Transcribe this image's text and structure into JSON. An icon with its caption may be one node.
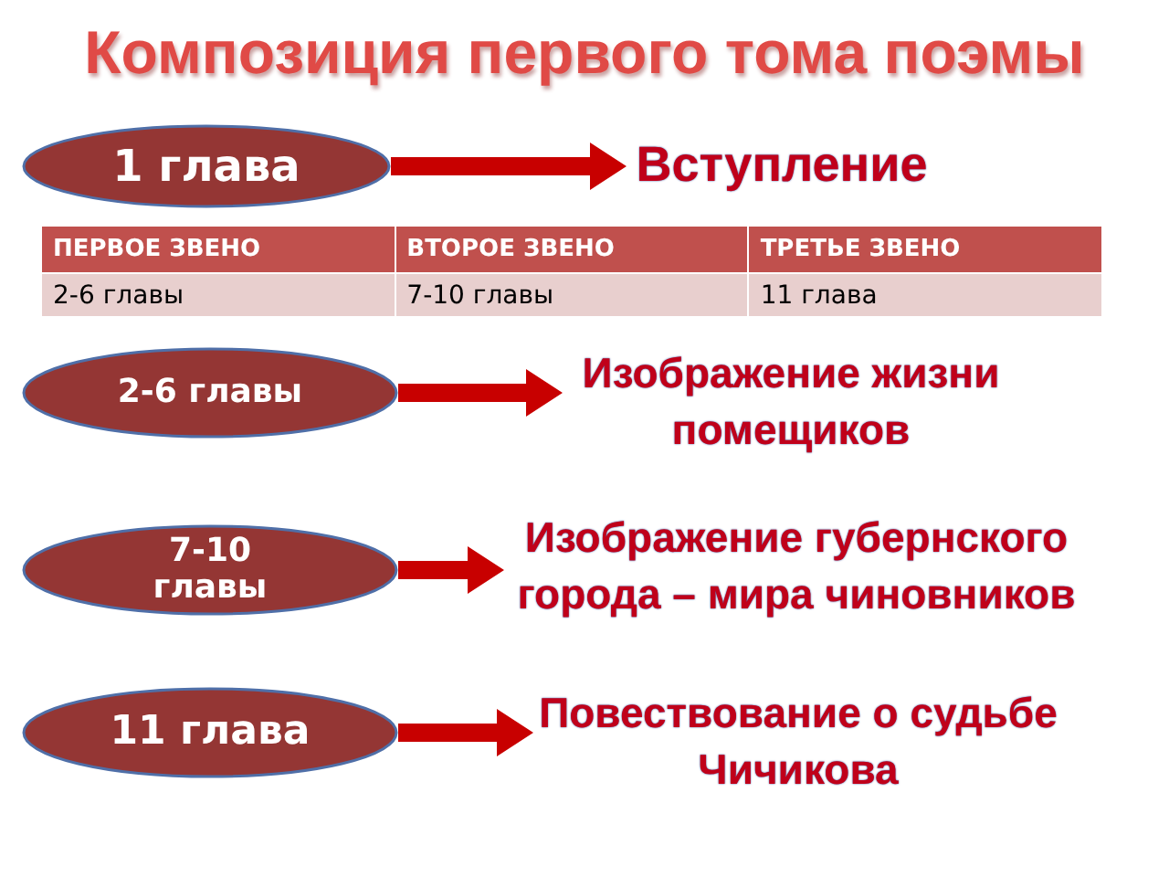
{
  "diagram": {
    "title": "Композиция первого тома поэмы",
    "nodes": [
      {
        "text": [
          "1 глава"
        ]
      },
      {
        "text": [
          "Вступление"
        ]
      },
      {
        "text": [
          "2-6 главы"
        ]
      },
      {
        "text": [
          "Изображение жизни помещиков"
        ]
      },
      {
        "text": [
          "7-10 главы"
        ]
      },
      {
        "text": [
          "Изображение губернского города – мира чиновников"
        ]
      },
      {
        "text": [
          "11 глава"
        ]
      },
      {
        "text": [
          "Повествование о судьбе Чичикова"
        ]
      }
    ],
    "edges": [
      {
        "from": 0,
        "to": 1,
        "arrow": "to"
      },
      {
        "from": 2,
        "to": 3,
        "arrow": "to"
      },
      {
        "from": 4,
        "to": 5,
        "arrow": "to"
      },
      {
        "from": 6,
        "to": 7,
        "arrow": "to"
      }
    ],
    "labels": [
      "ПЕРВОЕ ЗВЕНО",
      "ВТОРОЕ ЗВЕНО",
      "ТРЕТЬЕ ЗВЕНО",
      "2-6 главы",
      "7-10 главы",
      "11 глава"
    ]
  }
}
